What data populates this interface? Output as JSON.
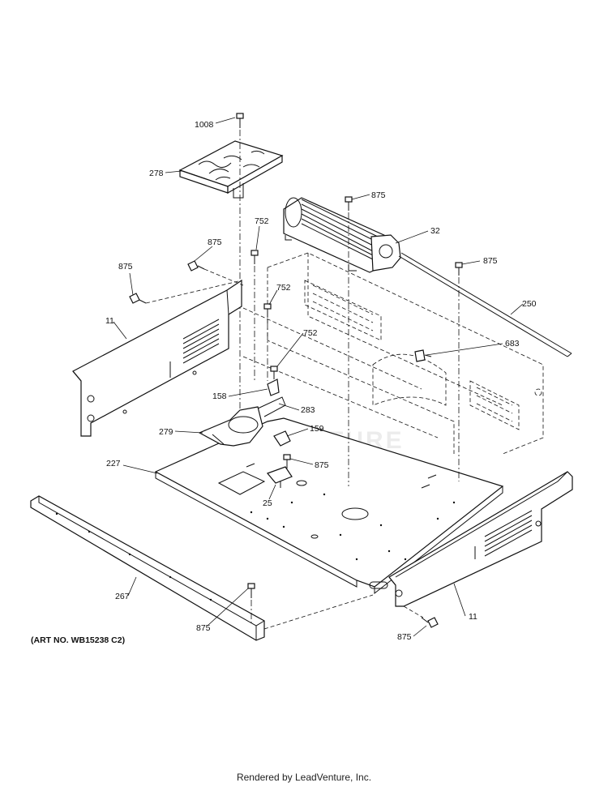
{
  "diagram": {
    "art_number": "(ART NO. WB15238 C2)",
    "watermark": "ADVENTURE",
    "footer": "Rendered by LeadVenture, Inc.",
    "callouts": [
      {
        "id": "c1008",
        "label": "1008"
      },
      {
        "id": "c278",
        "label": "278"
      },
      {
        "id": "c875a",
        "label": "875"
      },
      {
        "id": "c32",
        "label": "32"
      },
      {
        "id": "c752a",
        "label": "752"
      },
      {
        "id": "c875b",
        "label": "875"
      },
      {
        "id": "c875c",
        "label": "875"
      },
      {
        "id": "c875d",
        "label": "875"
      },
      {
        "id": "c752b",
        "label": "752"
      },
      {
        "id": "c250",
        "label": "250"
      },
      {
        "id": "c11a",
        "label": "11"
      },
      {
        "id": "c752c",
        "label": "752"
      },
      {
        "id": "c683",
        "label": "683"
      },
      {
        "id": "c158",
        "label": "158"
      },
      {
        "id": "c283",
        "label": "283"
      },
      {
        "id": "c279",
        "label": "279"
      },
      {
        "id": "c159",
        "label": "159"
      },
      {
        "id": "c227",
        "label": "227"
      },
      {
        "id": "c875e",
        "label": "875"
      },
      {
        "id": "c25",
        "label": "25"
      },
      {
        "id": "c267",
        "label": "267"
      },
      {
        "id": "c11b",
        "label": "11"
      },
      {
        "id": "c875f",
        "label": "875"
      },
      {
        "id": "c875g",
        "label": "875"
      }
    ]
  }
}
